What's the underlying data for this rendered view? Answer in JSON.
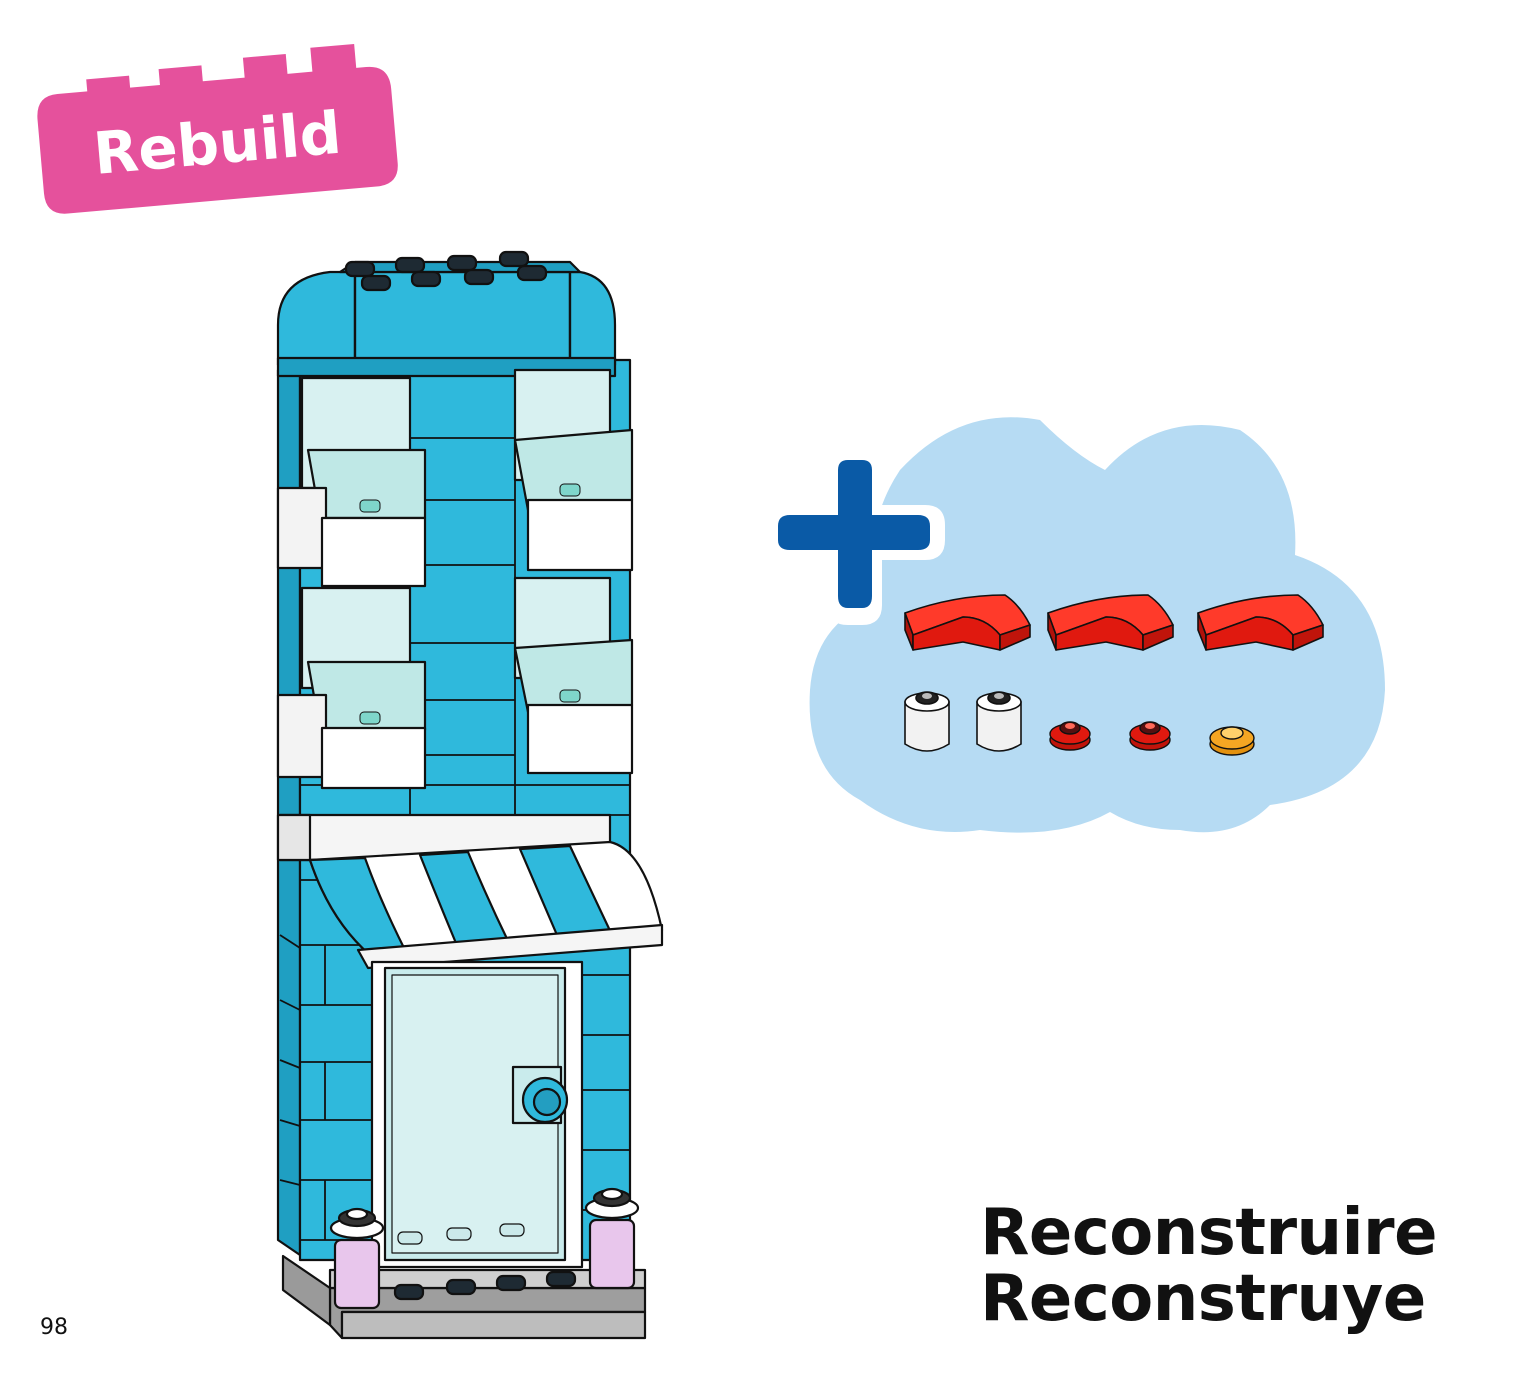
{
  "badge": {
    "label": "Rebuild",
    "color": "#e5519c"
  },
  "page_number": "98",
  "titles": {
    "french": "Reconstruire",
    "spanish": "Reconstruye"
  },
  "parts_panel": {
    "plus_icon": "plus-icon",
    "cloud_color": "#b6dbf3",
    "parts": [
      {
        "name": "curved-slope",
        "color": "#e0190f",
        "quantity": 3
      },
      {
        "name": "round-brick",
        "color": "#ffffff",
        "quantity": 2
      },
      {
        "name": "round-plate-flower",
        "color": "#d0140c",
        "quantity": 2
      },
      {
        "name": "round-plate",
        "color": "#f5a623",
        "quantity": 1
      }
    ]
  },
  "colors": {
    "brick_blue": "#2fb9dc",
    "trans_clear": "#d8f1f1",
    "outline": "#111111"
  }
}
